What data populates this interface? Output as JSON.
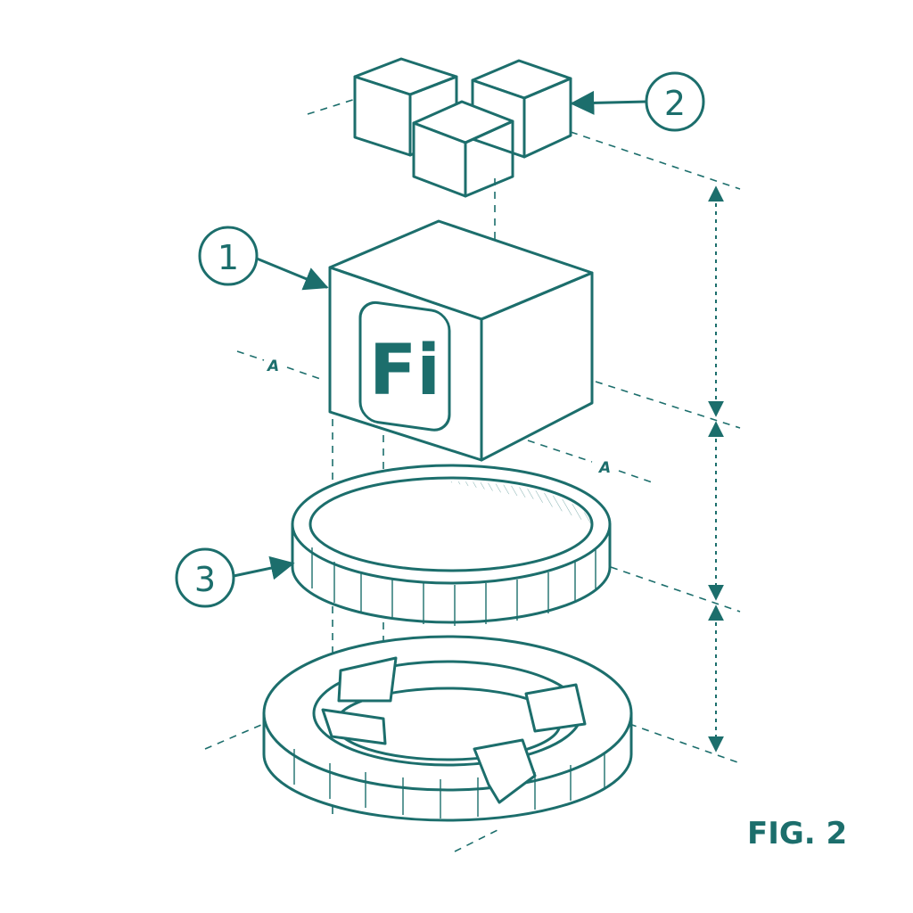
{
  "figure": {
    "label": "FIG. 2"
  },
  "callouts": [
    {
      "number": "1"
    },
    {
      "number": "2"
    },
    {
      "number": "3"
    }
  ],
  "logo": {
    "text": "Fi"
  },
  "section_marks": [
    {
      "letter": "A"
    },
    {
      "letter": "A"
    }
  ],
  "colors": {
    "ink": "#1c6e6c",
    "paper": "#ffffff"
  },
  "icons": [
    "small-cube-icon",
    "main-cube-icon",
    "disc-icon",
    "base-ring-icon",
    "dimension-arrow-icon",
    "leader-arrow-icon"
  ]
}
